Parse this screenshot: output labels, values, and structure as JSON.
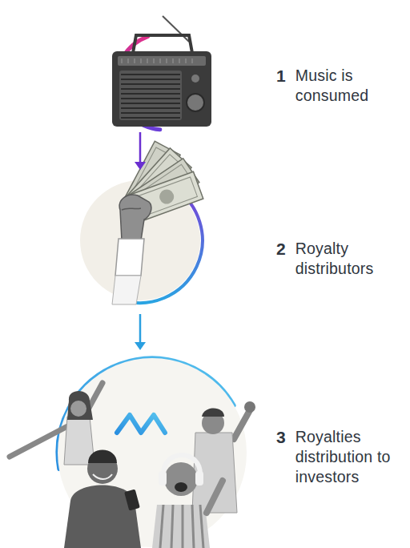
{
  "diagram": {
    "nodes": [
      {
        "text": [
          "1",
          "Music is consumed"
        ]
      },
      {
        "text": [
          "2",
          "Royalty distributors"
        ]
      },
      {
        "text": [
          "3",
          "Royalties distribution to investors"
        ]
      }
    ],
    "edges": [
      {
        "from": 0,
        "to": 1,
        "arrow": "to"
      },
      {
        "from": 1,
        "to": 2,
        "arrow": "to"
      }
    ]
  }
}
